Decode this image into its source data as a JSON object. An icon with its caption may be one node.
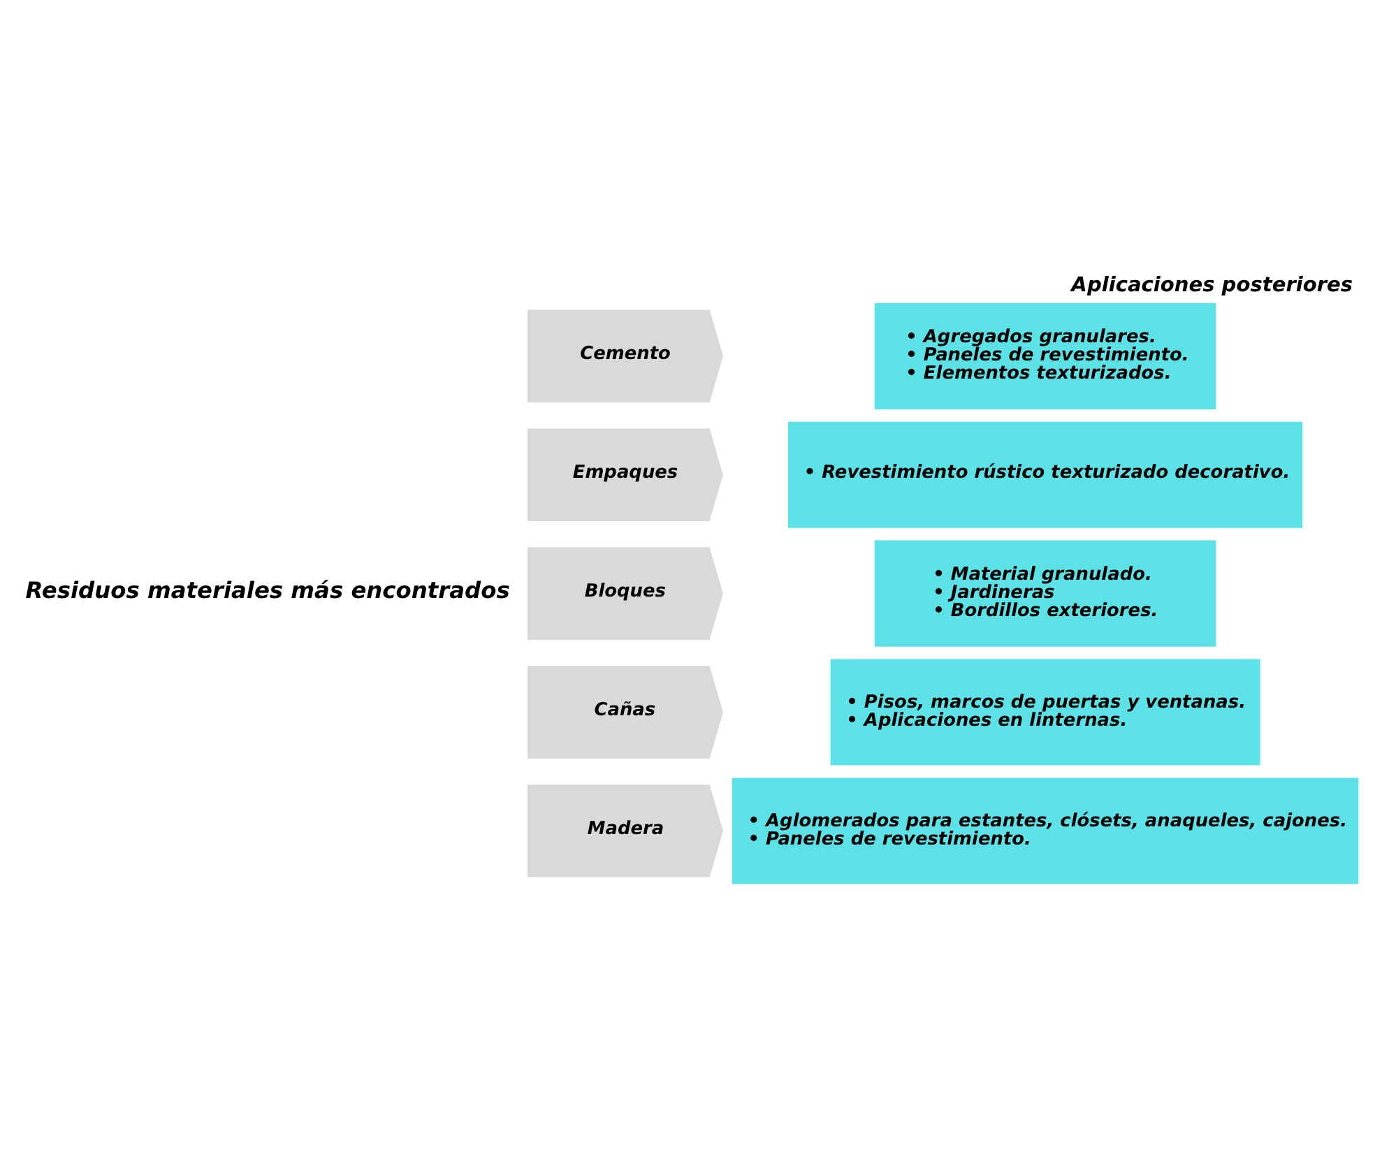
{
  "diagram": {
    "title": "Aplicaciones posteriores",
    "nodes": [
      {
        "text": [
          "Cemento"
        ]
      },
      {
        "text": [
          "• Agregados granulares.",
          "• Paneles de revestimiento.",
          "• Elementos texturizados."
        ]
      },
      {
        "text": [
          "Empaques"
        ]
      },
      {
        "text": [
          "• Revestimiento rústico texturizado decorativo."
        ]
      },
      {
        "text": [
          "Bloques"
        ]
      },
      {
        "text": [
          "• Material granulado.",
          "• Jardineras",
          "• Bordillos exteriores."
        ]
      },
      {
        "text": [
          "Cañas"
        ]
      },
      {
        "text": [
          "• Pisos, marcos de puertas y ventanas.",
          "• Aplicaciones en linternas."
        ]
      },
      {
        "text": [
          "Madera"
        ]
      },
      {
        "text": [
          "• Aglomerados para estantes, clósets, anaqueles, cajones.",
          "• Paneles de revestimiento."
        ]
      }
    ],
    "labels": [
      "Residuos materiales más encontrados"
    ]
  }
}
